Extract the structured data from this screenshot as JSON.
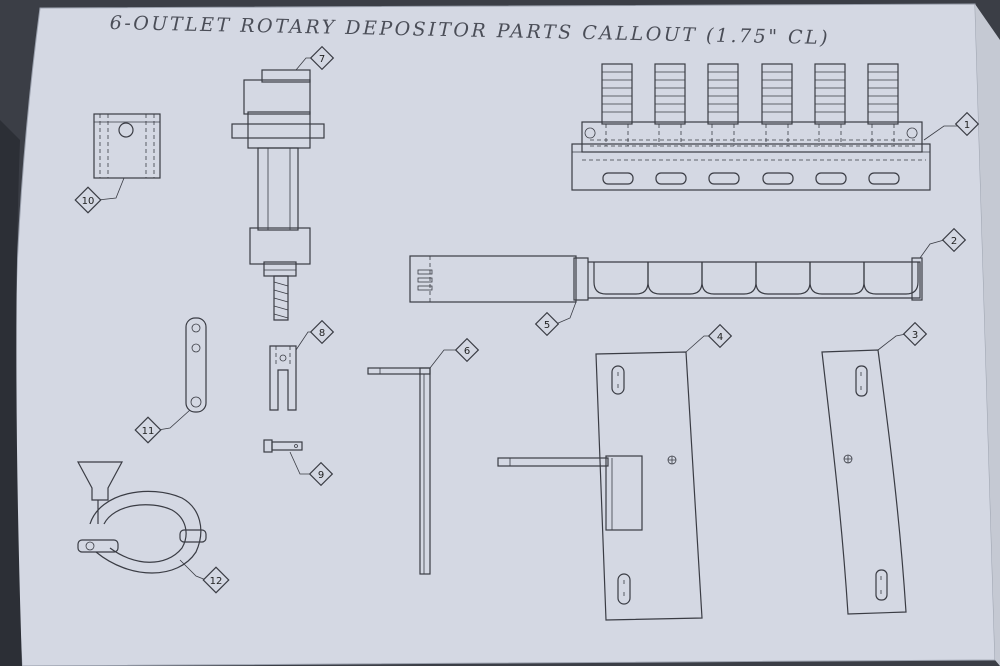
{
  "title": "6-OUTLET ROTARY DEPOSITOR PARTS CALLOUT (1.75\" CL)",
  "callouts": [
    "1",
    "2",
    "3",
    "4",
    "5",
    "6",
    "7",
    "8",
    "9",
    "10",
    "11",
    "12"
  ],
  "colors": {
    "paper": "#d4d8e3",
    "ink": "#3a3c44",
    "background": "#3b3e46"
  }
}
